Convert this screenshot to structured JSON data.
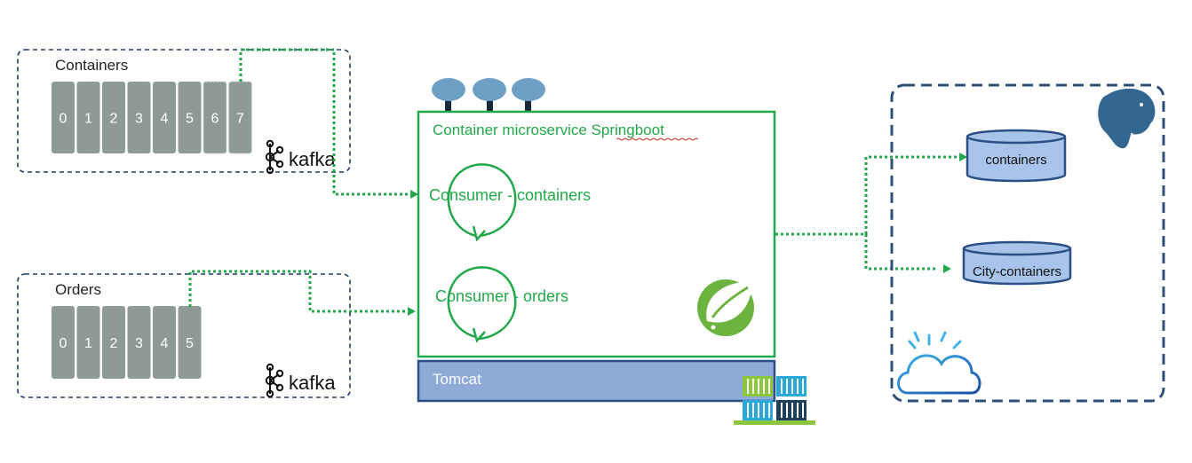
{
  "topics": [
    {
      "title": "Containers",
      "partitions": [
        "0",
        "1",
        "2",
        "3",
        "4",
        "5",
        "6",
        "7"
      ],
      "dashed_partitions": [
        "6",
        "7"
      ],
      "logo": "kafka"
    },
    {
      "title": "Orders",
      "partitions": [
        "0",
        "1",
        "2",
        "3",
        "4",
        "5"
      ],
      "dashed_partitions": [],
      "logo": "kafka"
    }
  ],
  "microservice": {
    "title": "Container microservice Springboot",
    "consumers": [
      "Consumer - containers",
      "Consumer - orders"
    ],
    "runtime": "Tomcat",
    "icons": [
      "api-endpoint-icons",
      "spring-leaf-icon",
      "shipping-containers-icon"
    ]
  },
  "database": {
    "tables": [
      "containers",
      "City-containers"
    ],
    "icons": [
      "postgresql-elephant-icon",
      "ibm-cloud-icon"
    ]
  },
  "colors": {
    "kafka_box": "#1f3b64",
    "db_box": "#2f4f78",
    "service_border": "#22a84a",
    "flow": "#22a84a",
    "partition": "#8e9a98",
    "runtime_fill": "#8eaad6",
    "runtime_border": "#2a4f85",
    "table_fill": "#a9c4ea",
    "table_border": "#2a4f85",
    "endpoint": "#6ea0c6",
    "spring": "#6db33f"
  }
}
